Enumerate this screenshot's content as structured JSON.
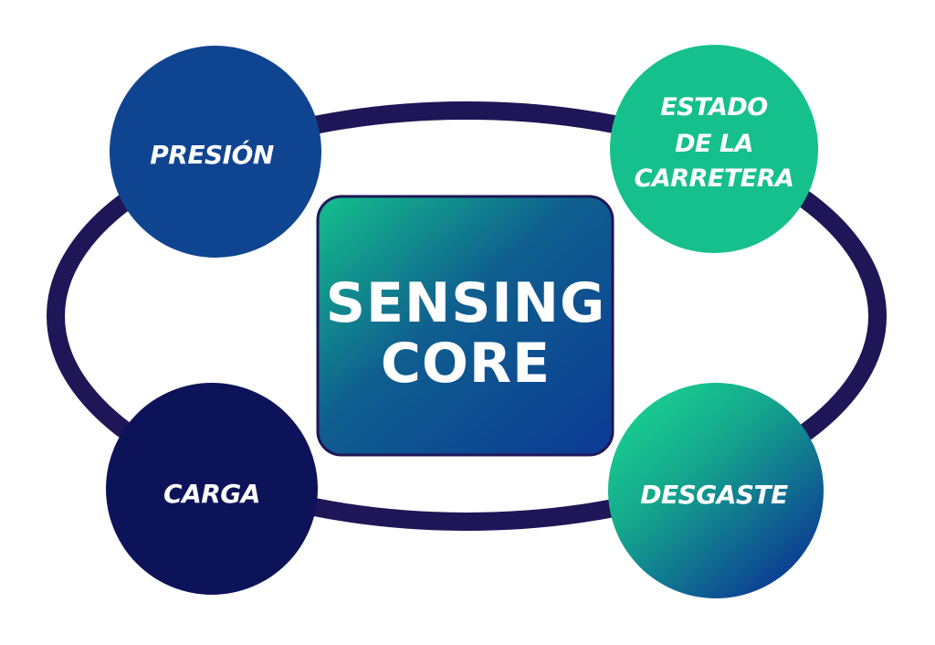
{
  "center": {
    "line1": "SENSING",
    "line2": "CORE"
  },
  "nodes": {
    "top_left": {
      "label": "PRESIÓN",
      "color": "#0f4491"
    },
    "top_right": {
      "line1": "ESTADO",
      "line2": "DE LA",
      "line3": "CARRETERA",
      "color": "#16c08c"
    },
    "bottom_left": {
      "label": "CARGA",
      "color": "#0d1358"
    },
    "bottom_right": {
      "label": "DESGASTE",
      "gradient": [
        "#18c98d",
        "#0d3f92"
      ]
    }
  },
  "ring_color": "#1e1657",
  "core_gradient": [
    "#13b88b",
    "#0e468f",
    "#0d3a93"
  ]
}
